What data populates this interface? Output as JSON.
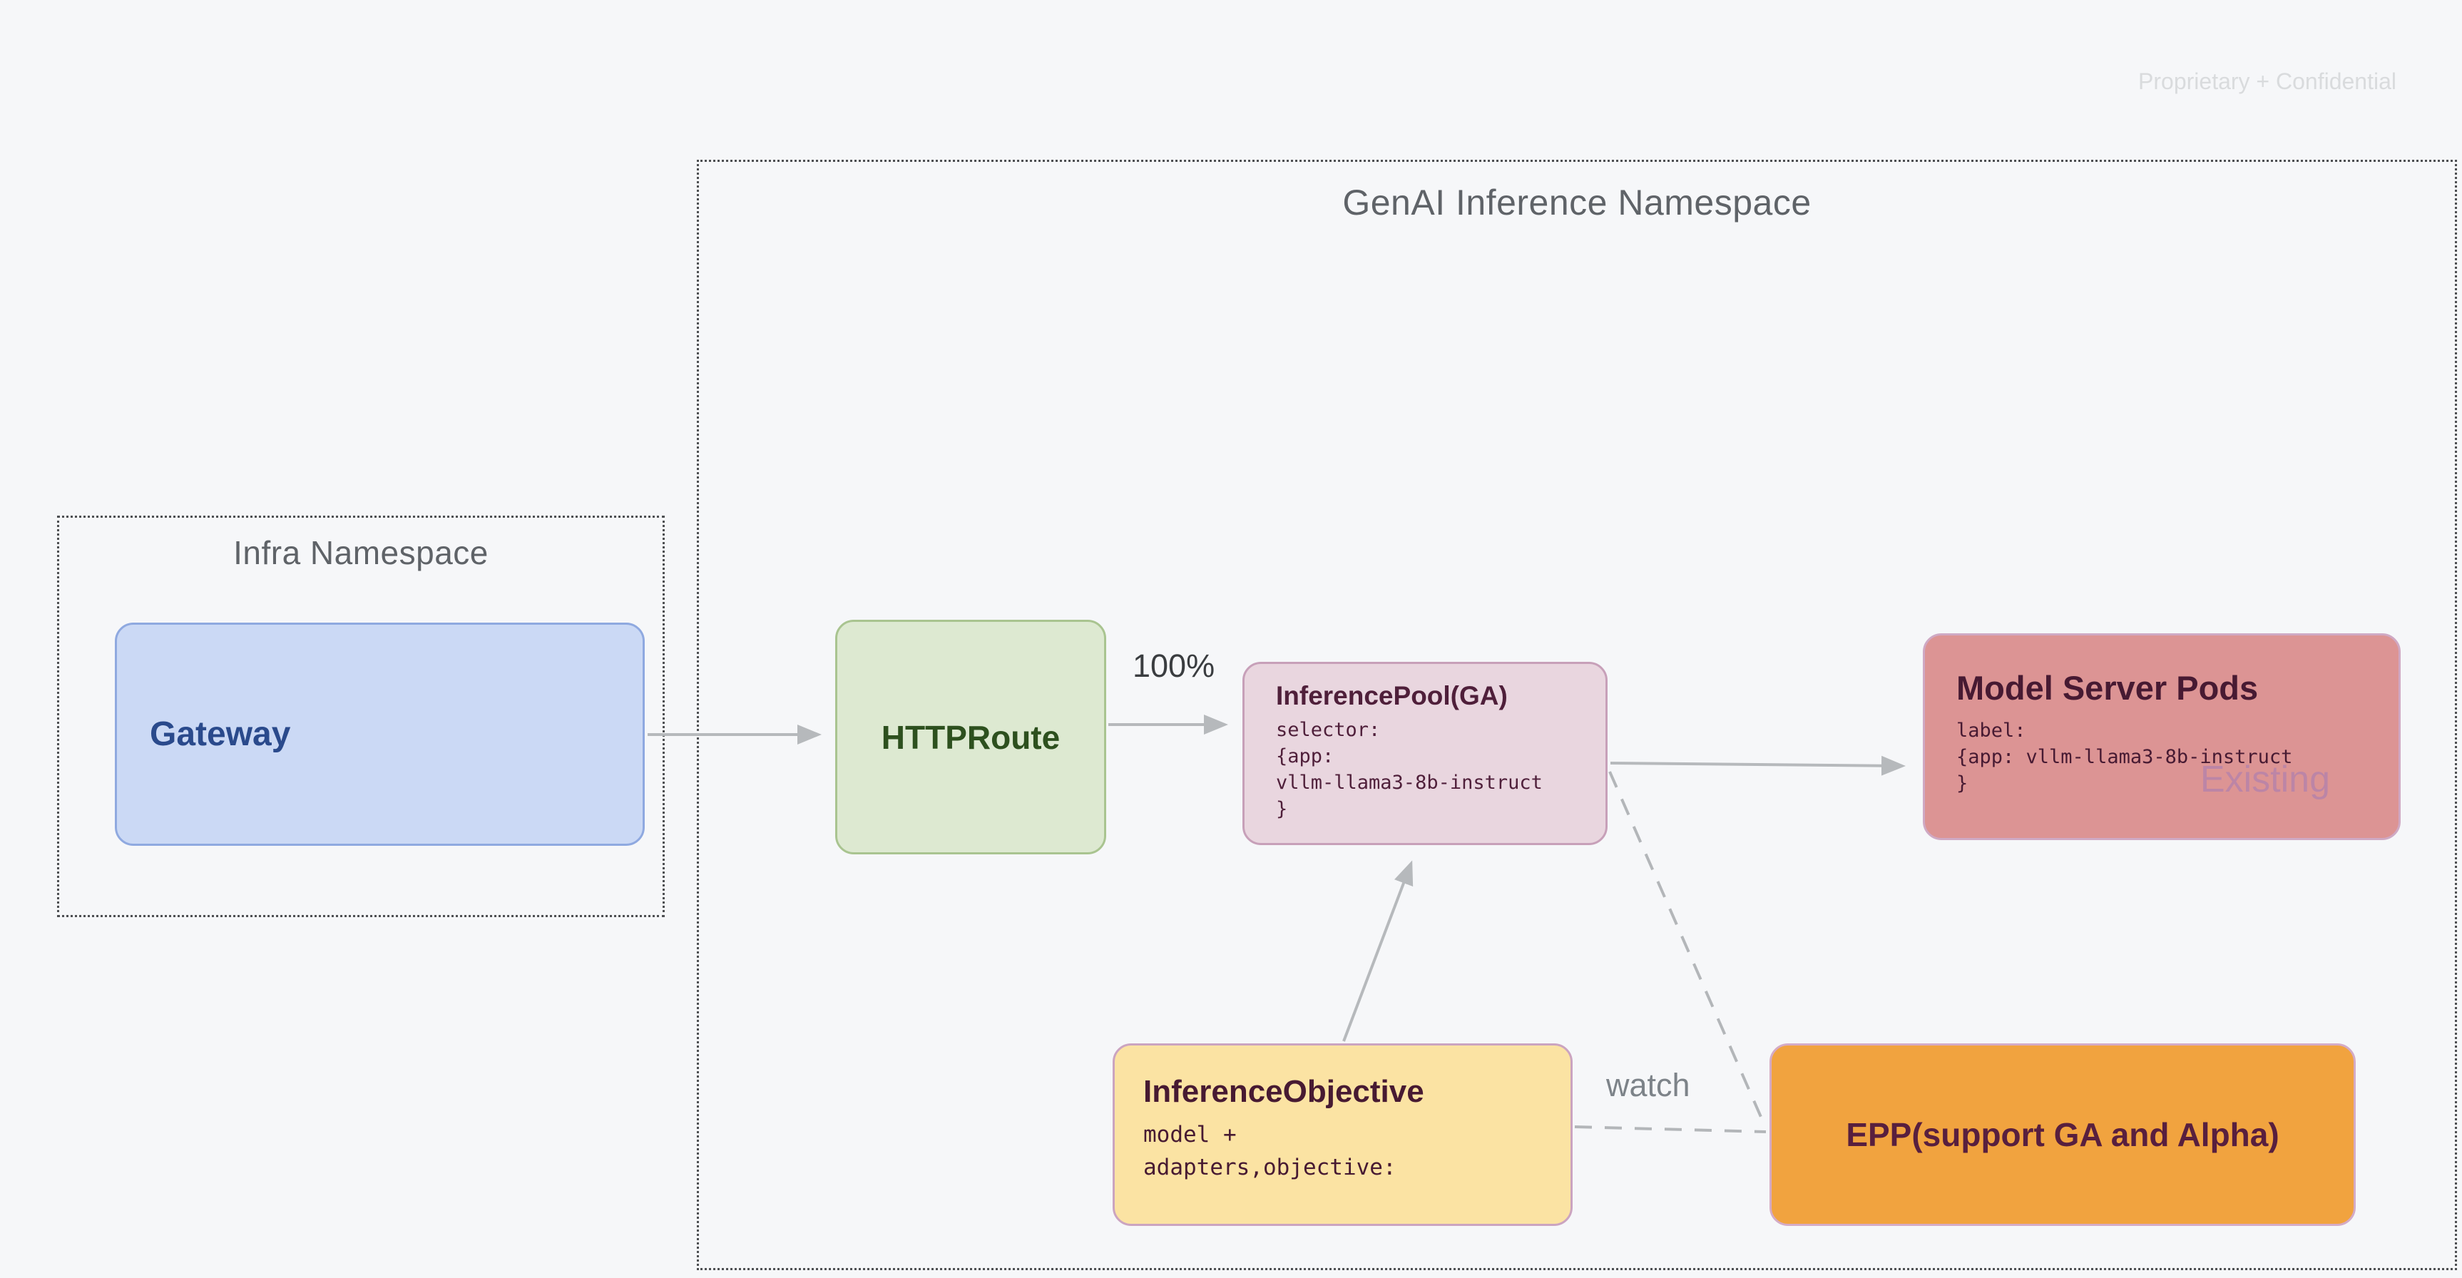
{
  "watermark": "Proprietary + Confidential",
  "genai_namespace": {
    "title": "GenAI Inference Namespace"
  },
  "infra_namespace": {
    "title": "Infra Namespace"
  },
  "nodes": {
    "gateway": {
      "label": "Gateway"
    },
    "httproute": {
      "label": "HTTPRoute"
    },
    "inference_pool": {
      "title": "InferencePool(GA)",
      "code": "selector:\n{app:\nvllm-llama3-8b-instruct\n}"
    },
    "model_server_pods": {
      "title": "Model Server Pods",
      "code": "label:\n{app: vllm-llama3-8b-instruct\n}",
      "status_tag": "Existing"
    },
    "inference_objective": {
      "title": "InferenceObjective",
      "code": "model +\nadapters,objective:"
    },
    "epp": {
      "label": "EPP(support GA and Alpha)"
    }
  },
  "edge_labels": {
    "route_weight": "100%",
    "watch": "watch"
  },
  "colors": {
    "page-bg": "#f6f7f9",
    "dotted-border": "#4d4f52",
    "namespace-title": "#5f6368",
    "arrow": "#b6b9bc",
    "gateway-bg": "#cbd9f5",
    "gateway-border": "#8fa9e0",
    "gateway-text": "#2a4a8c",
    "httproute-bg": "#dde9d1",
    "httproute-border": "#a9c490",
    "httproute-text": "#2d501e",
    "pool-bg": "#e9d6df",
    "pool-border": "#c7a0b9",
    "pool-text": "#4f1f3a",
    "pods-bg": "#dc9494",
    "pods-border": "#cfa9c4",
    "pods-text": "#471a32",
    "objective-bg": "#fbe3a3",
    "objective-border": "#cba4c0",
    "objective-text": "#471a32",
    "epp-bg": "#f1a33f",
    "epp-border": "#d4abc6",
    "epp-text": "#581f3e",
    "existing-tag": "#a87cb2",
    "edge-label": "#3a3d40",
    "watch-label": "#7d8389",
    "watermark": "#d9dbdd"
  }
}
